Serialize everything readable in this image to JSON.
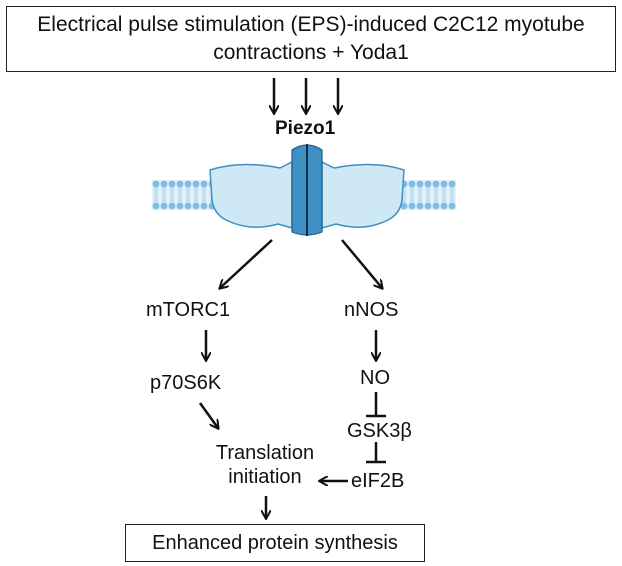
{
  "top_box": {
    "line1": "Electrical pulse stimulation (EPS)-induced C2C12 myotube",
    "line2": "contractions + Yoda1"
  },
  "channel_label": "Piezo1",
  "left_pathway": {
    "node1": "mTORC1",
    "node2": "p70S6K",
    "node3_line1": "Translation",
    "node3_line2": "initiation"
  },
  "right_pathway": {
    "node1": "nNOS",
    "node2": "NO",
    "node3": "GSK3β",
    "node4": "eIF2B"
  },
  "bottom_box": "Enhanced protein synthesis",
  "colors": {
    "membrane": "#8ec6e6",
    "membrane_dark": "#5b9fc9",
    "channel_fill": "#cfe8f6",
    "channel_core": "#3f8fc4"
  }
}
